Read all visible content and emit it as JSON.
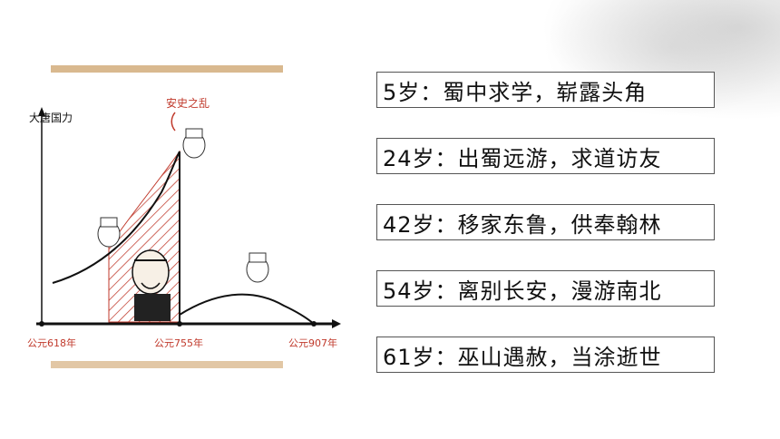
{
  "diagram": {
    "y_axis_label": "大唐国力",
    "event_label": "安史之乱",
    "x_ticks": [
      "公元618年",
      "公元755年",
      "公元907年"
    ]
  },
  "stages": [
    {
      "text": "5岁：蜀中求学，崭露头角"
    },
    {
      "text": "24岁：出蜀远游，求道访友"
    },
    {
      "text": "42岁：移家东鲁，供奉翰林"
    },
    {
      "text": "54岁：离别长安，漫游南北"
    },
    {
      "text": "61岁：巫山遇赦，当涂逝世"
    }
  ],
  "colors": {
    "accent": "#c0392b",
    "line": "#111111",
    "frame_bg": "#e9d3b8"
  }
}
